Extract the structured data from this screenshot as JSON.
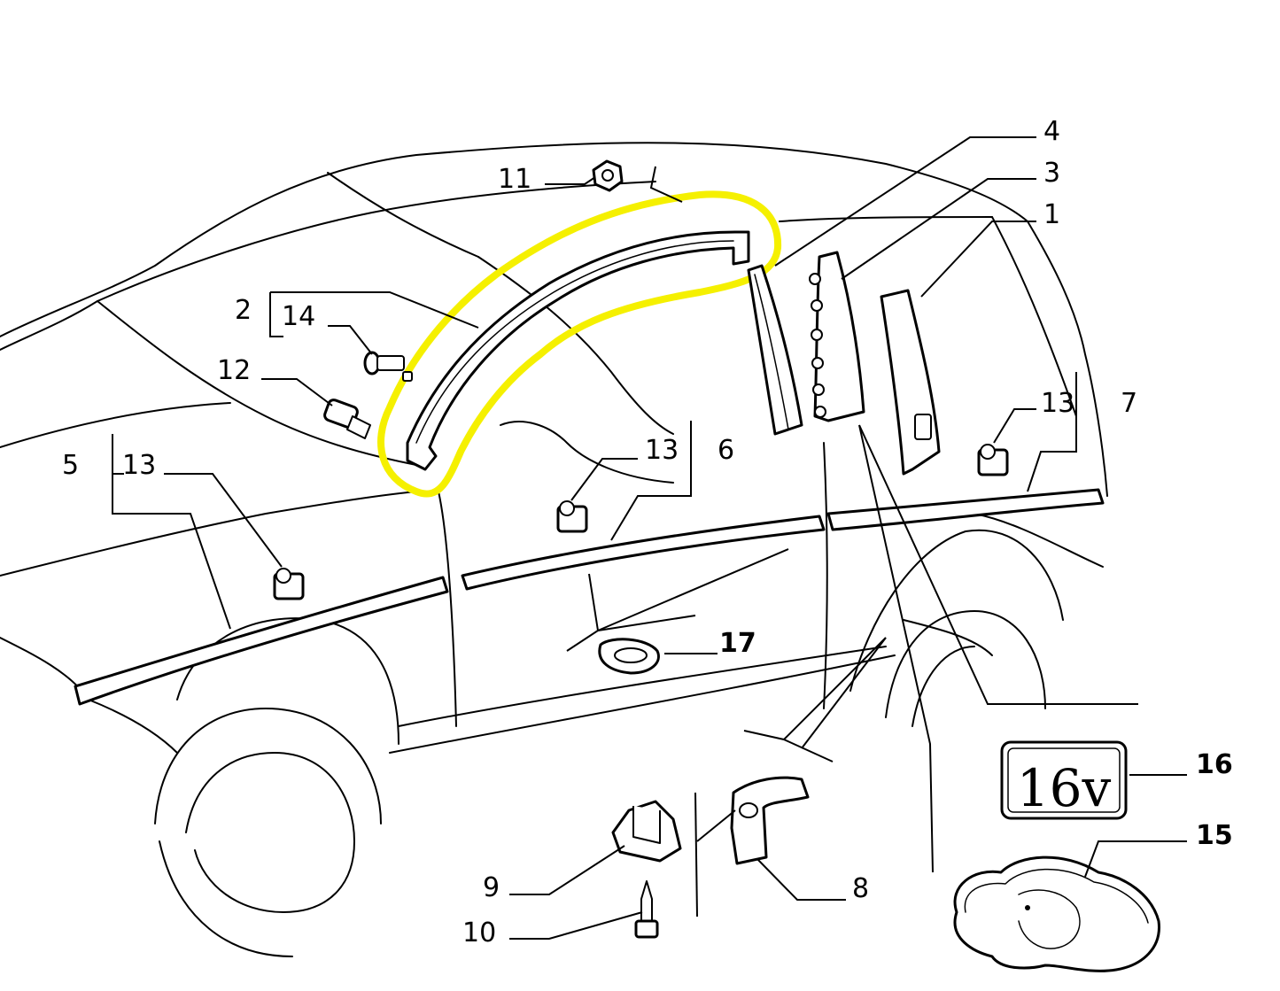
{
  "diagram": {
    "callouts": {
      "c1": "1",
      "c2": "2",
      "c3": "3",
      "c4": "4",
      "c5": "5",
      "c6": "6",
      "c7": "7",
      "c8": "8",
      "c9": "9",
      "c10": "10",
      "c11": "11",
      "c12": "12",
      "c13a": "13",
      "c13b": "13",
      "c13c": "13",
      "c14": "14",
      "c15": "15",
      "c16": "16",
      "c17": "17"
    },
    "badge_text": "16v",
    "highlight_color": "#f5f000",
    "icons": [
      "elephant-badge-icon",
      "16v-badge-icon"
    ]
  }
}
